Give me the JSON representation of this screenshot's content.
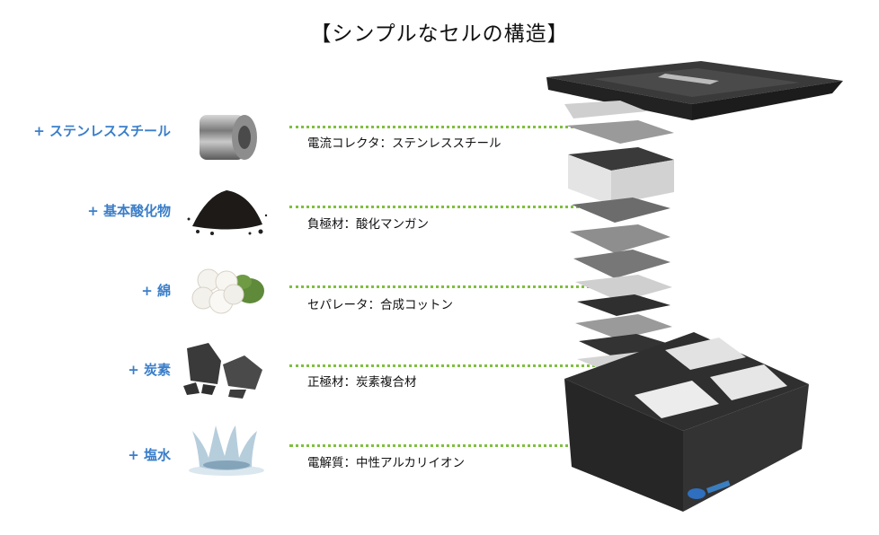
{
  "title": "【シンプルなセルの構造】",
  "materials": [
    {
      "label": "+ ステンレススチール",
      "icon": "steel-coil-icon",
      "description": "電流コレクタ：ステンレススチール"
    },
    {
      "label": "+ 基本酸化物",
      "icon": "oxide-powder-icon",
      "description": "負極材：酸化マンガン"
    },
    {
      "label": "+ 綿",
      "icon": "cotton-icon",
      "description": "セパレータ：合成コットン"
    },
    {
      "label": "+ 炭素",
      "icon": "carbon-icon",
      "description": "正極材：炭素複合材"
    },
    {
      "label": "+ 塩水",
      "icon": "water-splash-icon",
      "description": "電解質：中性アルカリイオン"
    }
  ],
  "colors": {
    "label_blue": "#3a7ec9",
    "leader_green": "#74c046",
    "housing_dark": "#2e2e2e"
  }
}
